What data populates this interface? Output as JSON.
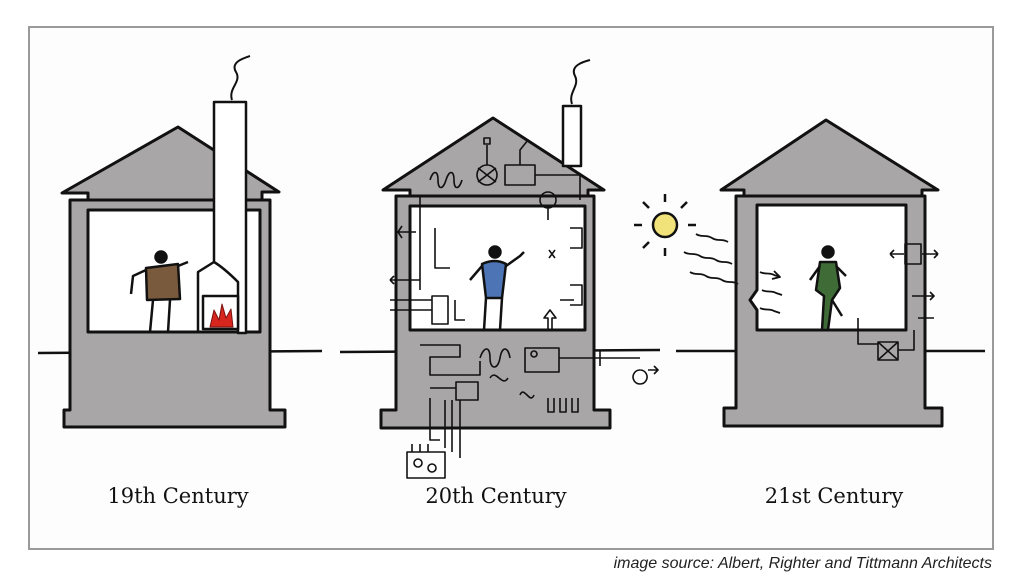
{
  "panels": [
    {
      "caption": "19th Century"
    },
    {
      "caption": "20th Century"
    },
    {
      "caption": "21st Century"
    }
  ],
  "source": "image source: Albert, Righter and Tittmann Architects",
  "colors": {
    "house_fill": "#a9a6a8",
    "outline": "#111111",
    "figure_19th": "#7a5a3c",
    "figure_20th": "#4d74b5",
    "figure_21st": "#3f6b37",
    "fire": "#d7261e",
    "sun": "#f2e27a"
  }
}
